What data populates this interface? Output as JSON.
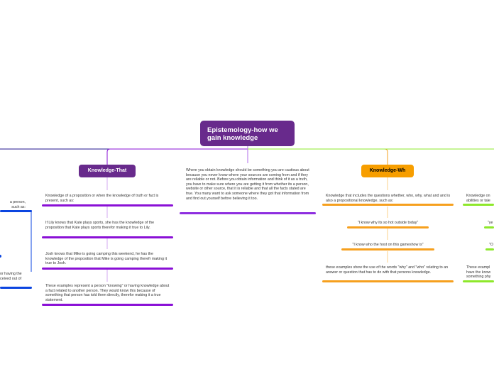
{
  "central": {
    "title": "Epistemology-how we gain knowledge"
  },
  "branches": {
    "knowledge_that": {
      "label": "Knowledge-That",
      "notes": [
        "Knowledge of a proposition or when the knowledge of truth or fact is present, such as:",
        "If Lily knows that Kate plays sports, she has the knowledge of the proposition that Kate plays sports therefor making it true to Lily.",
        "Josh knows that Mike is going camping this weekend, he has the knowledge of the proposition that Mike is going camping therefr making it true to Josh.",
        "These examples represent a person \"knowing\" or having knowledge about a fact related to another person. They would know this because of something that person has told them directly, therefor making it a true statement."
      ]
    },
    "middle": {
      "note": "Where you obtain knowledge should be something you are cautious about because you never know where your sources are coming from and if they are reliable or not. Before you obtain information and think of it as a truth, you have to make sure where you are getting it from whether its a person, website or other source, that it is reliable and that all the facts stated are true. You many want to ask someone where they got that information from and find out yourself before believing it too."
    },
    "knowledge_wh": {
      "label": "Knowledge-Wh",
      "notes": [
        "Knowledge that includes the questions whether, who, why, what and and is also a propositional knowledge, such as:",
        "\"I know why its so hot outside today\"",
        "\"I know who the host on this gameshow is\"",
        "these examples show the use of the words \"why\" and \"who\" relating to an answer or question that has to do with that persons knowledge."
      ]
    },
    "left_clipped": {
      "notes": [
        "a person,",
        "such as:",
        "or having the",
        "ceived out of"
      ]
    },
    "right_clipped": {
      "notes": [
        "Knowledge on",
        "abilities or tale",
        "\"ye",
        "\"O",
        "These exampl",
        "have the know",
        "something phy"
      ]
    }
  },
  "colors": {
    "central": "#682a8c",
    "knowledge_that": "#8a10d6",
    "knowledge_wh": "#f6a01e",
    "right_branch": "#8ee82b",
    "left_branch": "#0b45e0"
  }
}
